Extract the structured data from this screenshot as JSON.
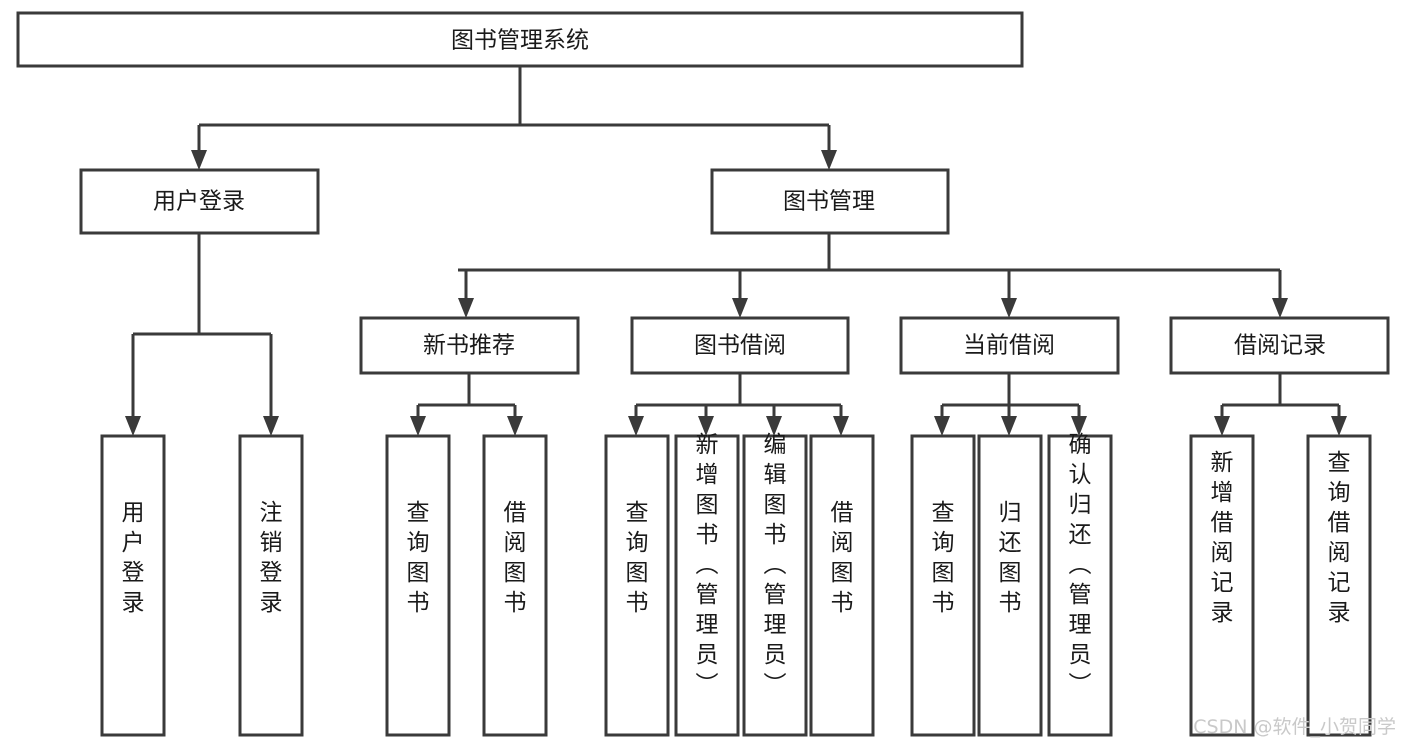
{
  "diagram": {
    "title": "图书管理系统",
    "type": "tree-flowchart",
    "colors": {
      "stroke": "#3a3a3a",
      "box_fill": "#ffffff",
      "text": "#1a1a1a",
      "background": "#ffffff",
      "watermark": "#c9c9c9"
    },
    "root": {
      "label": "图书管理系统"
    },
    "level2": [
      {
        "label": "用户登录"
      },
      {
        "label": "图书管理"
      }
    ],
    "level3": [
      {
        "label": "新书推荐"
      },
      {
        "label": "图书借阅"
      },
      {
        "label": "当前借阅"
      },
      {
        "label": "借阅记录"
      }
    ],
    "leaves": {
      "user_login": [
        {
          "label": "用户登录"
        },
        {
          "label": "注销登录"
        }
      ],
      "new_book_recommend": [
        {
          "label": "查询图书"
        },
        {
          "label": "借阅图书"
        }
      ],
      "book_borrow": [
        {
          "label": "查询图书"
        },
        {
          "label": "新增图书（管理员）"
        },
        {
          "label": "编辑图书（管理员）"
        },
        {
          "label": "借阅图书"
        }
      ],
      "current_borrow": [
        {
          "label": "查询图书"
        },
        {
          "label": "归还图书"
        },
        {
          "label": "确认归还（管理员）"
        }
      ],
      "borrow_record": [
        {
          "label": "新增借阅记录"
        },
        {
          "label": "查询借阅记录"
        }
      ]
    }
  },
  "watermark": {
    "text": "CSDN @软件_小贺同学"
  }
}
